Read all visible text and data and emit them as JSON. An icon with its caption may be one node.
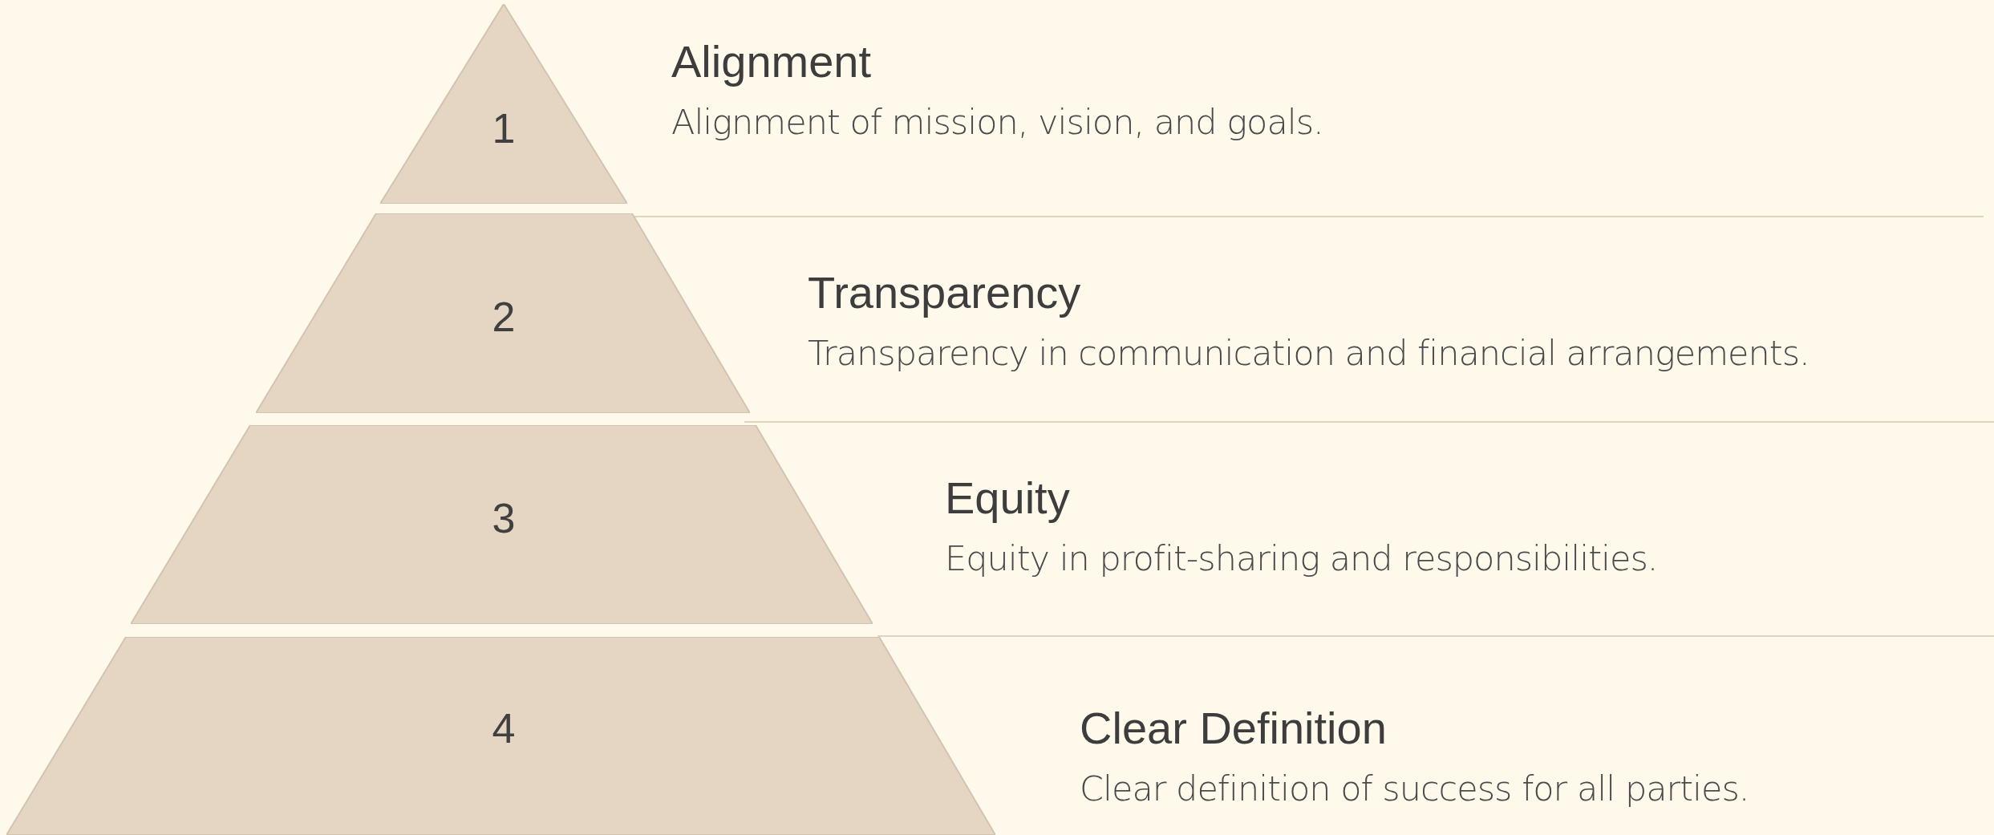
{
  "diagram": {
    "nodes": [
      {
        "text": [
          "1"
        ],
        "beside": [
          "Alignment",
          "Alignment of mission, vision, and goals."
        ]
      },
      {
        "text": [
          "2"
        ],
        "beside": [
          "Transparency",
          "Transparency in communication and financial arrangements."
        ]
      },
      {
        "text": [
          "3"
        ],
        "beside": [
          "Equity",
          "Equity in profit-sharing and responsibilities."
        ]
      },
      {
        "text": [
          "4"
        ],
        "beside": [
          "Clear Definition",
          "Clear definition of success for all parties."
        ]
      }
    ]
  }
}
